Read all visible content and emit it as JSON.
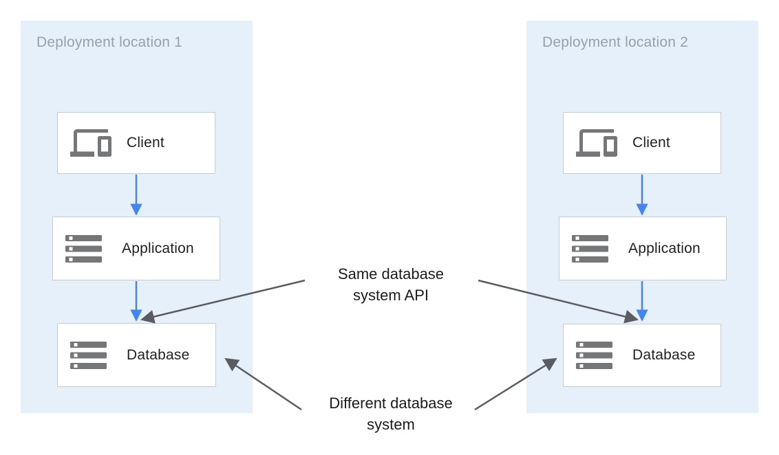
{
  "panels": [
    {
      "title": "Deployment location 1",
      "nodes": [
        {
          "label": "Client",
          "icon": "devices-icon"
        },
        {
          "label": "Application",
          "icon": "server-stack-icon"
        },
        {
          "label": "Database",
          "icon": "server-stack-icon"
        }
      ]
    },
    {
      "title": "Deployment location 2",
      "nodes": [
        {
          "label": "Client",
          "icon": "devices-icon"
        },
        {
          "label": "Application",
          "icon": "server-stack-icon"
        },
        {
          "label": "Database",
          "icon": "server-stack-icon"
        }
      ]
    }
  ],
  "annotations": [
    {
      "line1": "Same database",
      "line2": "system API",
      "points_to": [
        "location-1-database",
        "location-2-database"
      ]
    },
    {
      "line1": "Different database",
      "line2": "system",
      "points_to": [
        "location-1-database",
        "location-2-database"
      ]
    }
  ],
  "colors": {
    "panel_background": "#E5F0FA",
    "flow_arrow_blue": "#4285F4",
    "annotation_arrow_gray": "#5A5C5F",
    "icon_gray": "#747678",
    "panel_title_gray": "#97A1A9",
    "box_border": "#C8CBCE",
    "label_text": "#212121"
  }
}
